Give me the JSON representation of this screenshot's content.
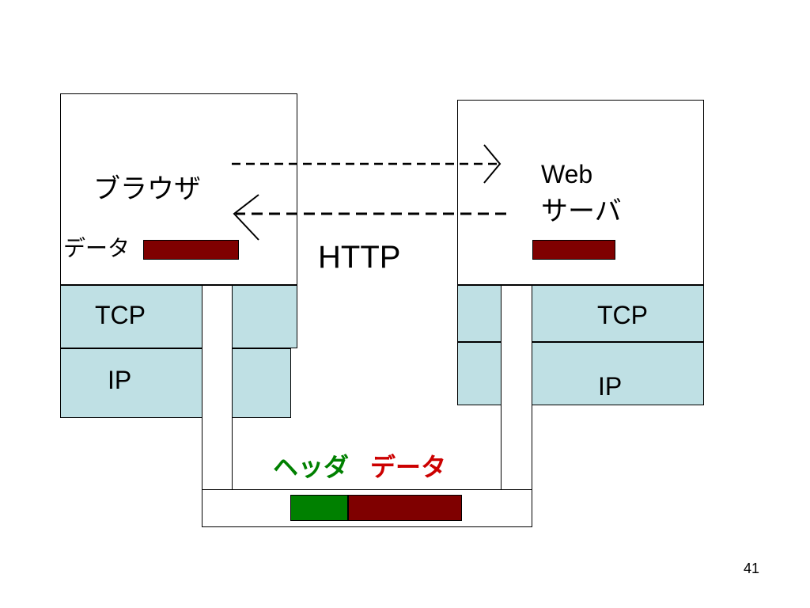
{
  "left_host": {
    "app_label": "ブラウザ",
    "data_label": "データ",
    "tcp_label": "TCP",
    "ip_label": "IP"
  },
  "right_host": {
    "app_label_line1": "Web",
    "app_label_line2": "サーバ",
    "tcp_label": "TCP",
    "ip_label": "IP"
  },
  "protocol_label": "HTTP",
  "packet": {
    "header_label": "ヘッダ",
    "data_label": "データ"
  },
  "page_number": "41",
  "colors": {
    "data": "#7f0000",
    "header": "#008000",
    "protocol_layer": "#bfe0e4",
    "header_text": "#008000",
    "data_text": "#cc0000"
  }
}
